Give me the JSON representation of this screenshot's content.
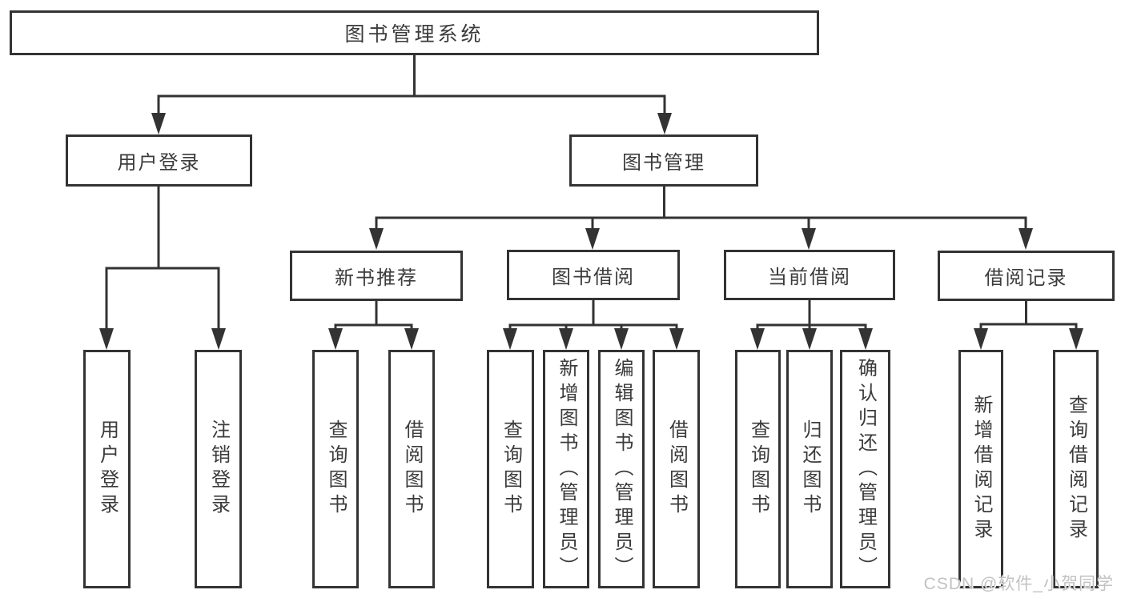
{
  "tree": {
    "label": "图书管理系统",
    "children": [
      {
        "label": "用户登录",
        "children": [
          {
            "label": "用户登录"
          },
          {
            "label": "注销登录"
          }
        ]
      },
      {
        "label": "图书管理",
        "children": [
          {
            "label": "新书推荐",
            "children": [
              {
                "label": "查询图书"
              },
              {
                "label": "借阅图书"
              }
            ]
          },
          {
            "label": "图书借阅",
            "children": [
              {
                "label": "查询图书"
              },
              {
                "label": "新增图书（管理员）"
              },
              {
                "label": "编辑图书（管理员）"
              },
              {
                "label": "借阅图书"
              }
            ]
          },
          {
            "label": "当前借阅",
            "children": [
              {
                "label": "查询图书"
              },
              {
                "label": "归还图书"
              },
              {
                "label": "确认归还（管理员）"
              }
            ]
          },
          {
            "label": "借阅记录",
            "children": [
              {
                "label": "新增借阅记录"
              },
              {
                "label": "查询借阅记录"
              }
            ]
          }
        ]
      }
    ]
  },
  "watermark": {
    "text": "CSDN @软件_小贺同学"
  },
  "colors": {
    "line": "#333333",
    "text": "#3b3b3b",
    "watermark": "#c2c2c2",
    "background": "#ffffff"
  }
}
